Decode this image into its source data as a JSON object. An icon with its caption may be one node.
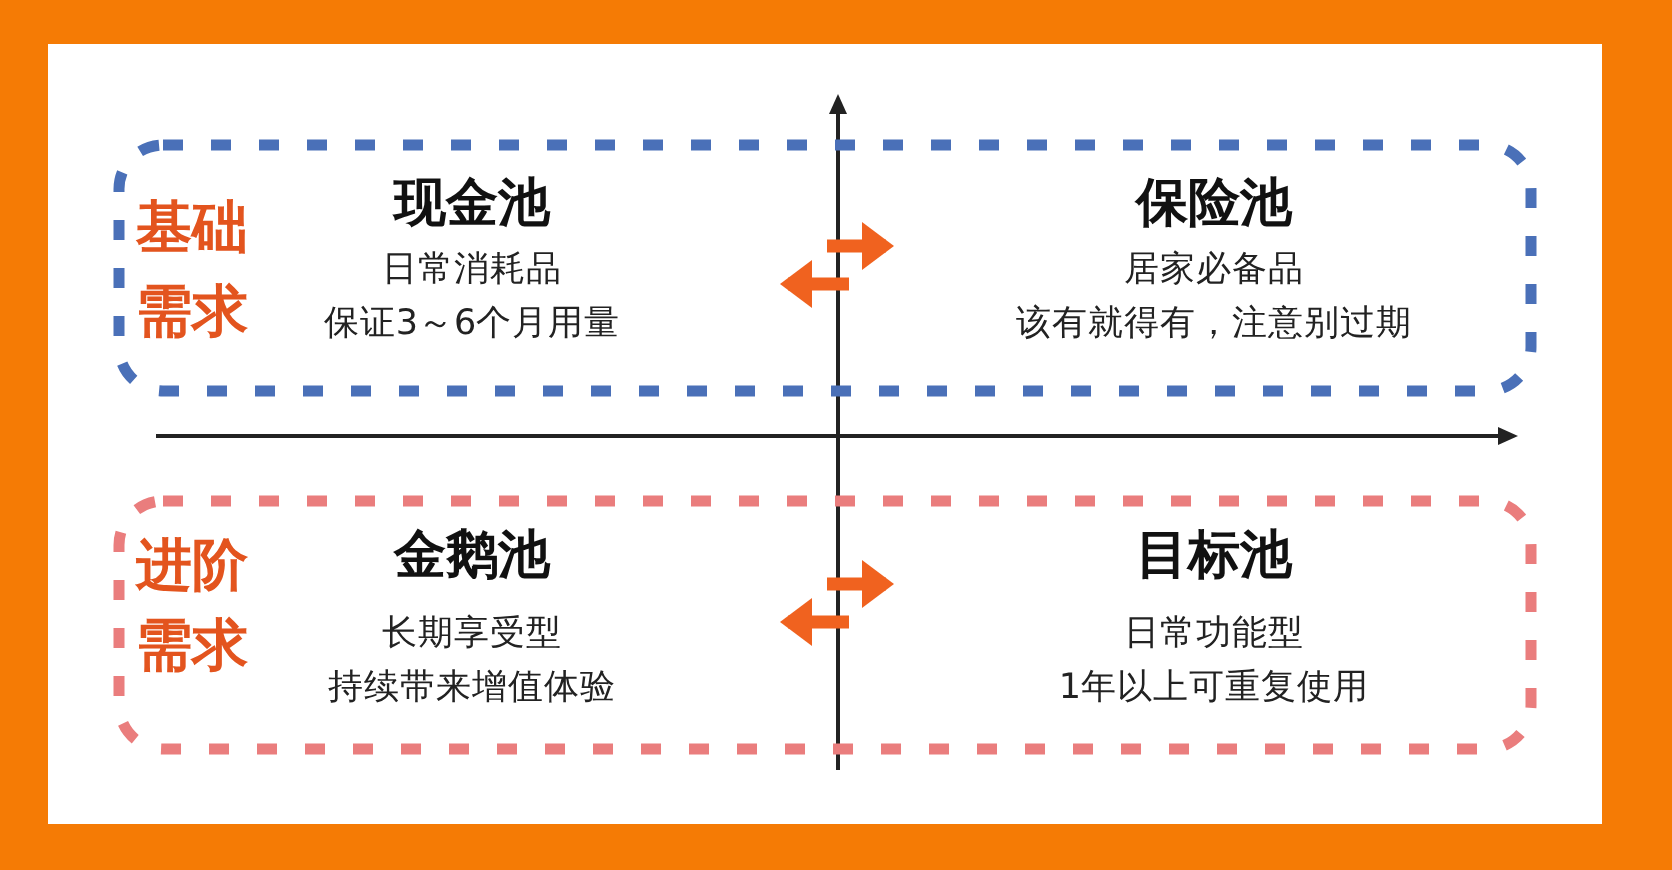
{
  "diagram": {
    "nodes": [
      {
        "text": [
          "基础需求"
        ]
      },
      {
        "text": [
          "现金池",
          "日常消耗品",
          "保证3～6个月用量"
        ],
        "in": 0
      },
      {
        "text": [
          "保险池",
          "居家必备品",
          "该有就得有，注意别过期"
        ],
        "in": 0
      },
      {
        "text": [
          "进阶需求"
        ]
      },
      {
        "text": [
          "金鹅池",
          "长期享受型",
          "持续带来增值体验"
        ],
        "in": 3
      },
      {
        "text": [
          "目标池",
          "日常功能型",
          "1年以上可重复使用"
        ],
        "in": 3
      }
    ],
    "edges": [
      {
        "from": 1,
        "to": 2,
        "arrow": "both"
      },
      {
        "from": 4,
        "to": 5,
        "arrow": "both"
      }
    ]
  }
}
